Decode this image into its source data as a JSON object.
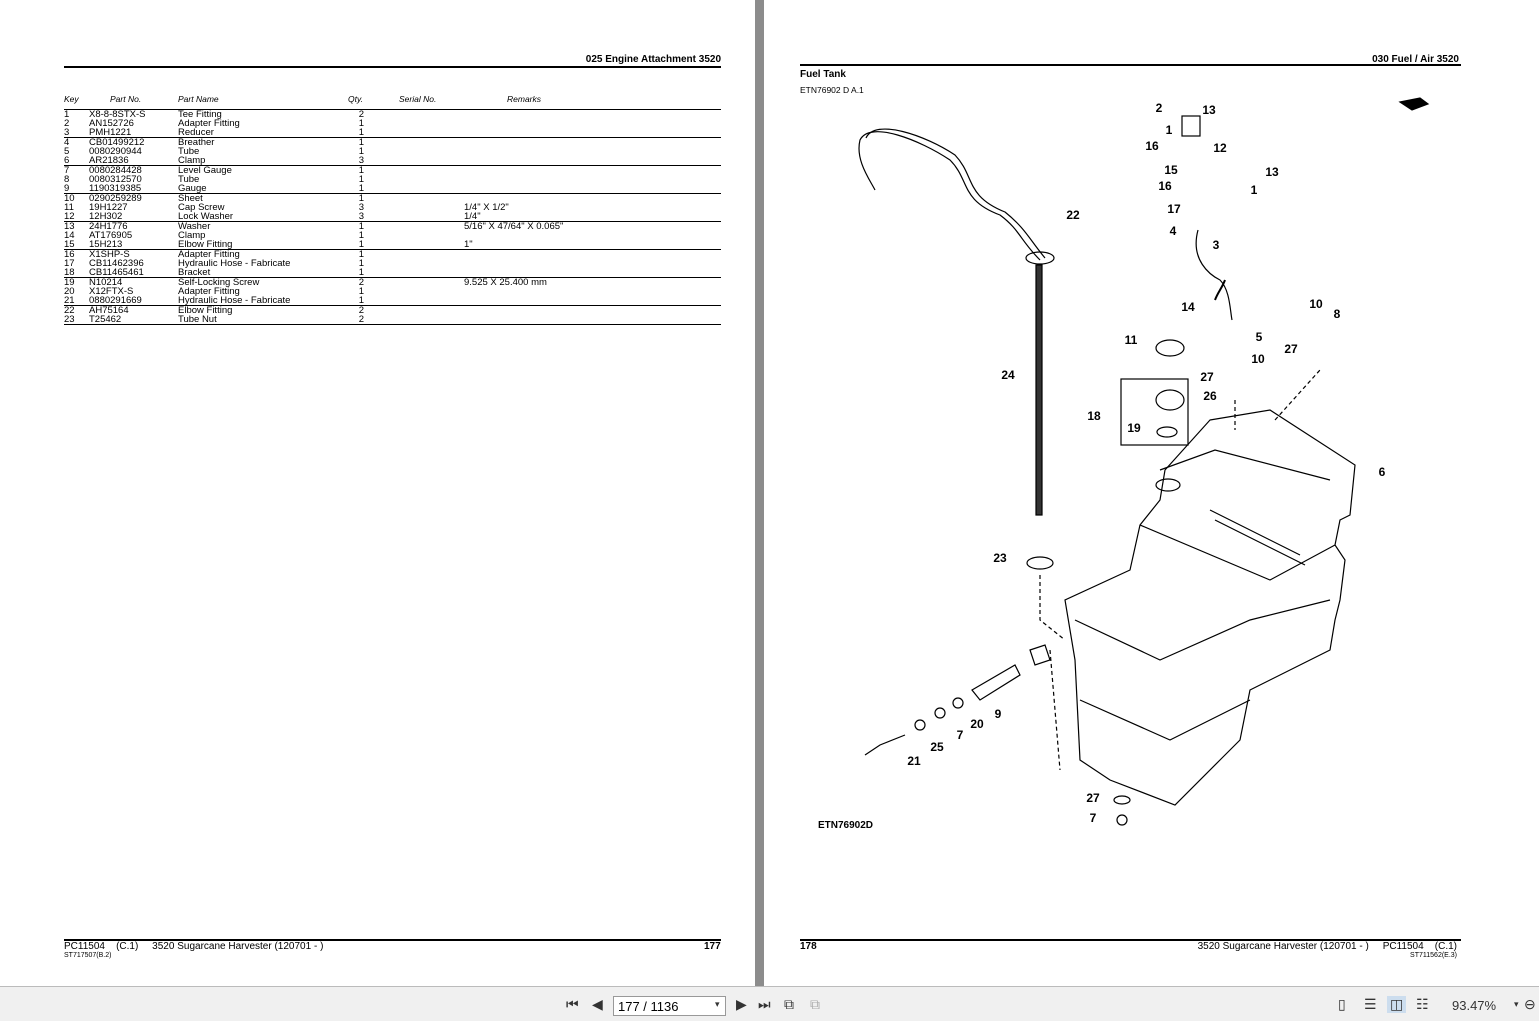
{
  "left_page": {
    "section": "025 Engine Attachment 3520",
    "headers": [
      "Key",
      "Part No.",
      "Part Name",
      "Qty.",
      "Serial No.",
      "Remarks"
    ],
    "groups": [
      [
        [
          "1",
          "X8-8-8STX-S",
          "Tee Fitting",
          "2",
          ""
        ],
        [
          "2",
          "AN152726",
          "Adapter Fitting",
          "1",
          ""
        ],
        [
          "3",
          "PMH1221",
          "Reducer",
          "1",
          ""
        ]
      ],
      [
        [
          "4",
          "CB01499212",
          "Breather",
          "1",
          ""
        ],
        [
          "5",
          "0080290944",
          "Tube",
          "1",
          ""
        ],
        [
          "6",
          "AR21836",
          "Clamp",
          "3",
          ""
        ]
      ],
      [
        [
          "7",
          "0080284428",
          "Level Gauge",
          "1",
          ""
        ],
        [
          "8",
          "0080312570",
          "Tube",
          "1",
          ""
        ],
        [
          "9",
          "1190319385",
          "Gauge",
          "1",
          ""
        ]
      ],
      [
        [
          "10",
          "0290259289",
          "Sheet",
          "1",
          ""
        ],
        [
          "11",
          "19H1227",
          "Cap Screw",
          "3",
          "1/4\" X 1/2\""
        ],
        [
          "12",
          "12H302",
          "Lock Washer",
          "3",
          "1/4\""
        ]
      ],
      [
        [
          "13",
          "24H1776",
          "Washer",
          "1",
          "5/16\" X 47/64\" X 0.065\""
        ],
        [
          "14",
          "AT176905",
          "Clamp",
          "1",
          ""
        ],
        [
          "15",
          "15H213",
          "Elbow Fitting",
          "1",
          "1\""
        ]
      ],
      [
        [
          "16",
          "X1SHP-S",
          "Adapter Fitting",
          "1",
          ""
        ],
        [
          "17",
          "CB11462396",
          "Hydraulic Hose - Fabricate",
          "1",
          ""
        ],
        [
          "18",
          "CB11465461",
          "Bracket",
          "1",
          ""
        ]
      ],
      [
        [
          "19",
          "N10214",
          "Self-Locking Screw",
          "2",
          "9.525 X 25.400 mm"
        ],
        [
          "20",
          "X12FTX-S",
          "Adapter Fitting",
          "1",
          ""
        ],
        [
          "21",
          "0880291669",
          "Hydraulic Hose - Fabricate",
          "1",
          ""
        ]
      ],
      [
        [
          "22",
          "AH75164",
          "Elbow Fitting",
          "2",
          ""
        ],
        [
          "23",
          "T25462",
          "Tube Nut",
          "2",
          ""
        ]
      ]
    ],
    "footer_left": "PC11504    (C.1)     3520 Sugarcane Harvester (120701 - )",
    "footer_code": "ST717507(B.2)",
    "page_number": "177"
  },
  "right_page": {
    "section": "030 Fuel / Air 3520",
    "title": "Fuel Tank",
    "subtitle": "ETN76902 D A.1",
    "figure_id": "ETN76902D",
    "callouts": [
      "2",
      "13",
      "1",
      "16",
      "12",
      "15",
      "13",
      "16",
      "1",
      "17",
      "22",
      "4",
      "3",
      "14",
      "10",
      "8",
      "11",
      "5",
      "27",
      "10",
      "24",
      "27",
      "26",
      "18",
      "19",
      "6",
      "23",
      "9",
      "20",
      "7",
      "25",
      "21",
      "27",
      "7"
    ],
    "page_number": "178",
    "footer_right": "3520 Sugarcane Harvester (120701 - )     PC11504    (C.1)",
    "footer_code": "ST711562(E.3)"
  },
  "toolbar": {
    "page_field": "177 / 1136",
    "zoom": "93.47%"
  }
}
